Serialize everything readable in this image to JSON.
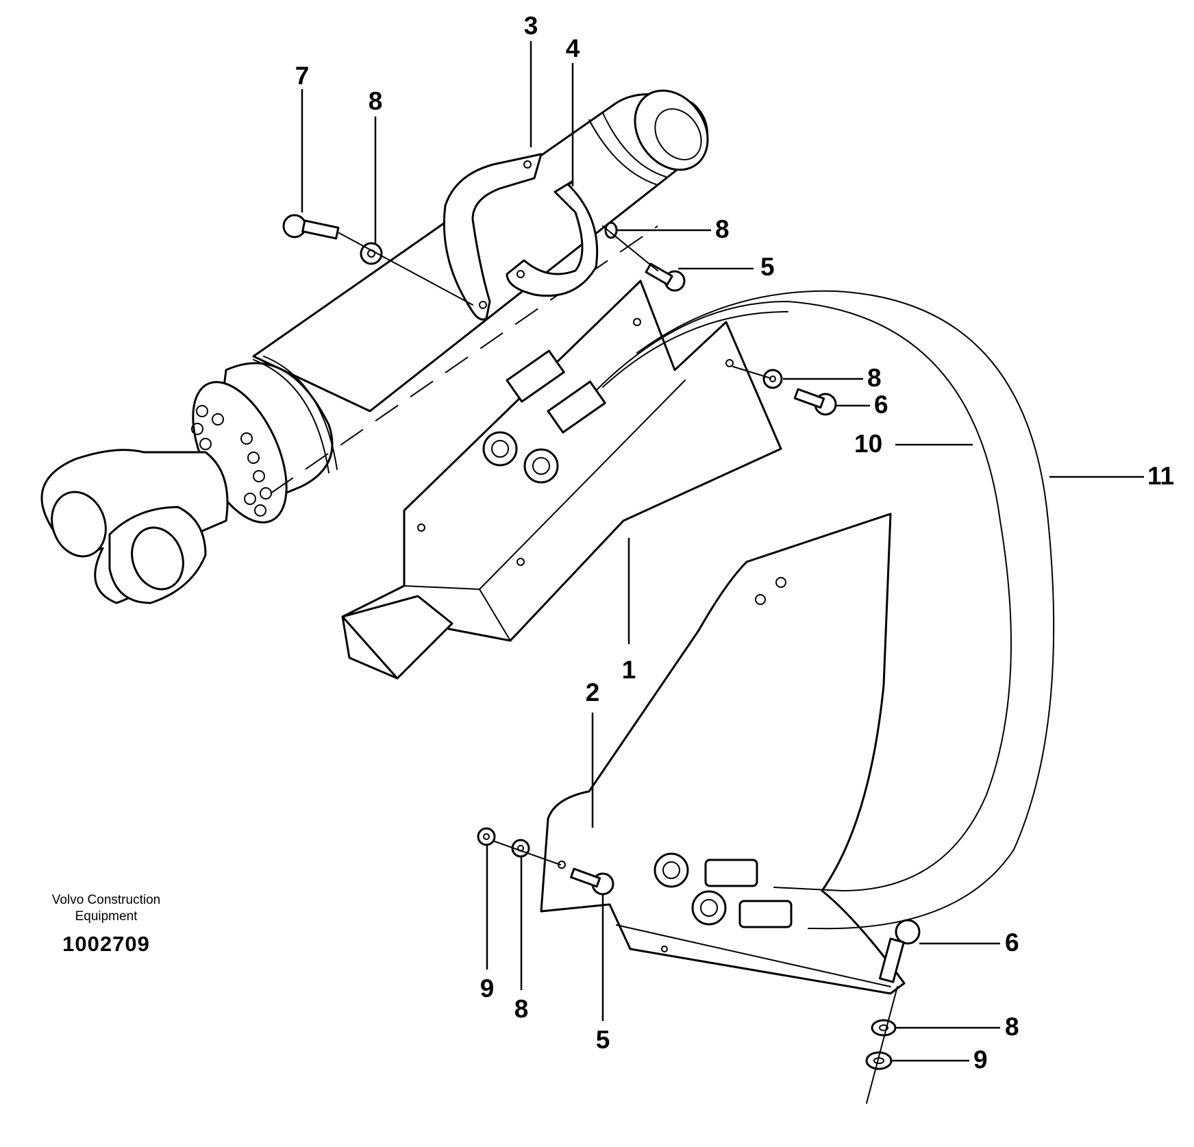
{
  "caption": {
    "company_line1": "Volvo Construction",
    "company_line2": "Equipment",
    "drawing_number": "1002709"
  },
  "callouts": [
    {
      "id": "c3-top",
      "label": "3"
    },
    {
      "id": "c4-top",
      "label": "4"
    },
    {
      "id": "c7-top",
      "label": "7"
    },
    {
      "id": "c8-top",
      "label": "8"
    },
    {
      "id": "c8-clamp",
      "label": "8"
    },
    {
      "id": "c5-clamp",
      "label": "5"
    },
    {
      "id": "c8-right",
      "label": "8"
    },
    {
      "id": "c6-right",
      "label": "6"
    },
    {
      "id": "c10",
      "label": "10"
    },
    {
      "id": "c11",
      "label": "11"
    },
    {
      "id": "c1",
      "label": "1"
    },
    {
      "id": "c2",
      "label": "2"
    },
    {
      "id": "c6-bottom",
      "label": "6"
    },
    {
      "id": "c8-bottom",
      "label": "8"
    },
    {
      "id": "c9-bottom",
      "label": "9"
    },
    {
      "id": "c9-left",
      "label": "9"
    },
    {
      "id": "c8-left",
      "label": "8"
    },
    {
      "id": "c5-bottom",
      "label": "5"
    }
  ]
}
